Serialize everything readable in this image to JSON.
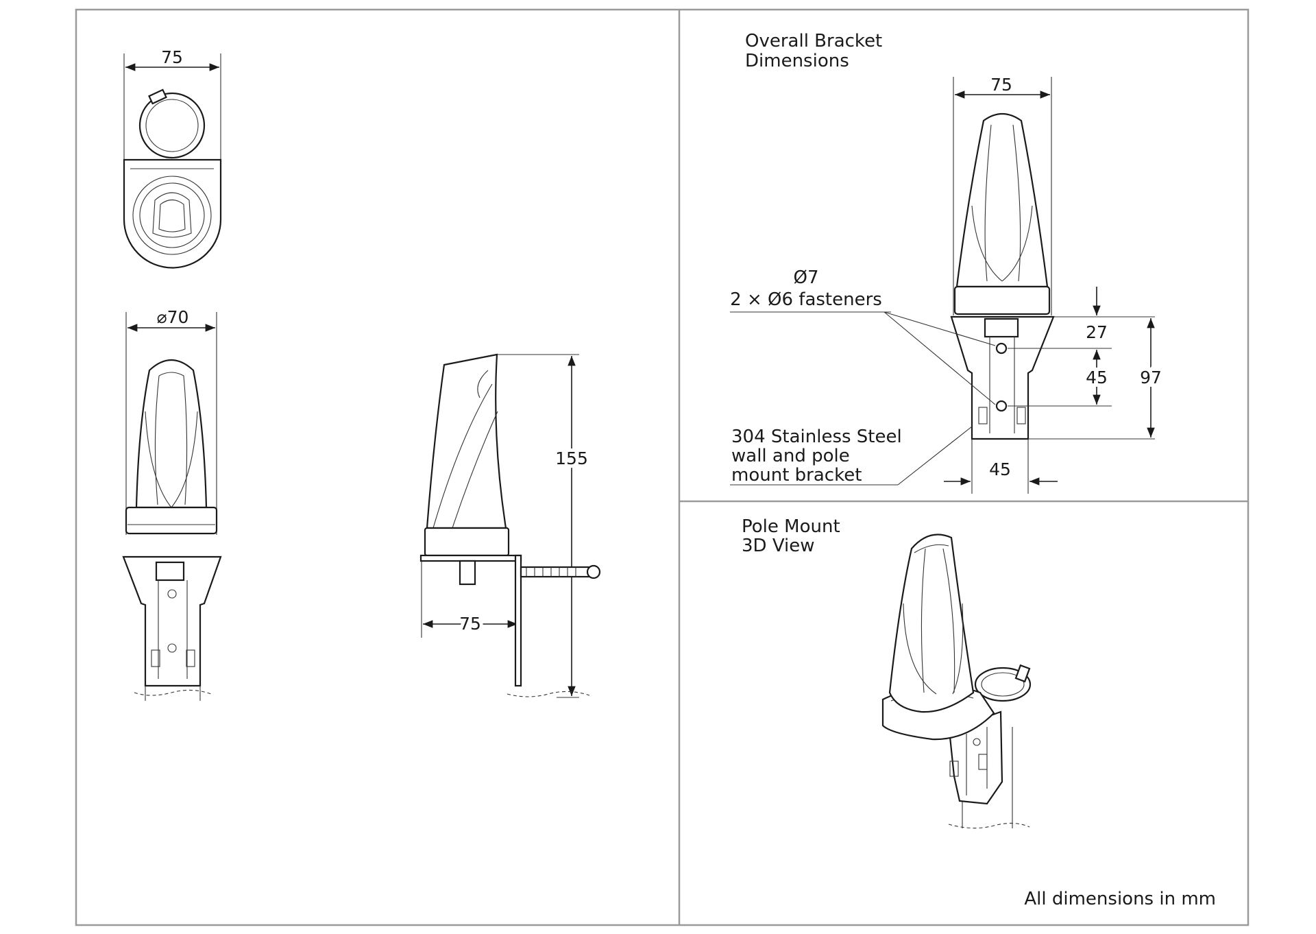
{
  "top_view": {
    "width_label": "75"
  },
  "front_view": {
    "diameter_label": "⌀70"
  },
  "side_view": {
    "height_label": "155",
    "depth_label": "75"
  },
  "bracket_detail": {
    "title_line1": "Overall Bracket",
    "title_line2": "Dimensions",
    "width_label": "75",
    "hole_label": "Ø7",
    "fastener_label": "2 × Ø6 fasteners",
    "material_line1": "304 Stainless Steel",
    "material_line2": "wall and pole",
    "material_line3": "mount bracket",
    "dim_27": "27",
    "dim_45_vertical": "45",
    "dim_97": "97",
    "dim_45_horizontal": "45"
  },
  "pole_mount_view": {
    "title_line1": "Pole Mount",
    "title_line2": "3D View"
  },
  "footer_note": "All dimensions in mm"
}
